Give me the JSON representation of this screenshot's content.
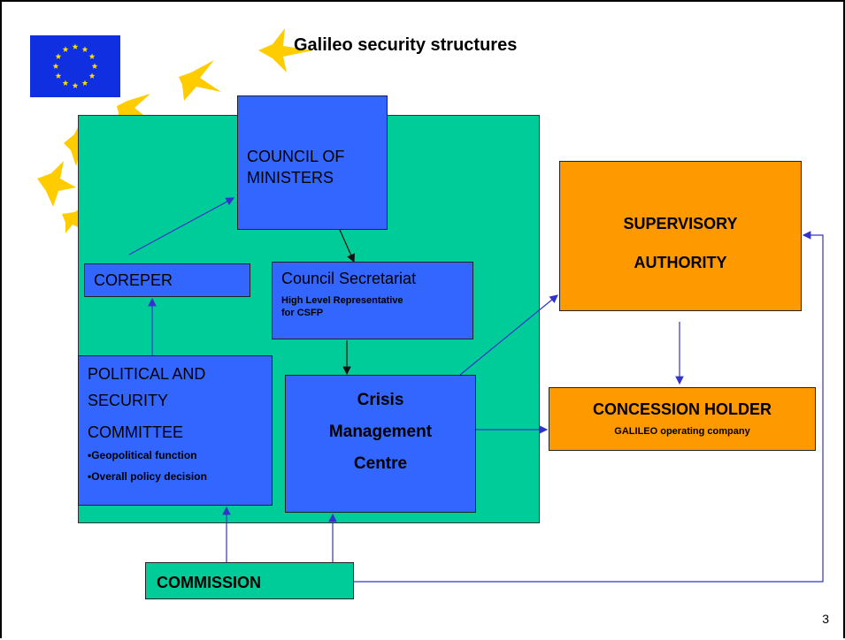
{
  "slide": {
    "title": "Galileo security structures",
    "page_number": "3"
  },
  "colors": {
    "flag_blue": "#0f2fe0",
    "flag_star": "#ffdd00",
    "panel_green": "#00cc99",
    "box_blue": "#3366ff",
    "box_orange": "#ff9900",
    "decor_star": "#ffcc00",
    "arrow_line": "#3333cc"
  },
  "icons": [
    "eu-flag-icon",
    "star-icon"
  ],
  "nodes": {
    "council_of_ministers": {
      "line1": "COUNCIL OF",
      "line2": "MINISTERS"
    },
    "coreper": {
      "label": "COREPER"
    },
    "council_secretariat": {
      "label": "Council Secretariat",
      "sub1": "High Level Representative",
      "sub2": "for CSFP"
    },
    "political_security_committee": {
      "line1": "POLITICAL AND",
      "line2": "SECURITY",
      "line3": "COMMITTEE",
      "bullet1": "•Geopolitical function",
      "bullet2": "•Overall policy decision"
    },
    "crisis_management_centre": {
      "line1": "Crisis",
      "line2": "Management",
      "line3": "Centre"
    },
    "supervisory_authority": {
      "line1": "SUPERVISORY",
      "line2": "AUTHORITY"
    },
    "concession_holder": {
      "label": "CONCESSION HOLDER",
      "sub": "GALILEO operating company"
    },
    "commission": {
      "label": "COMMISSION"
    }
  }
}
